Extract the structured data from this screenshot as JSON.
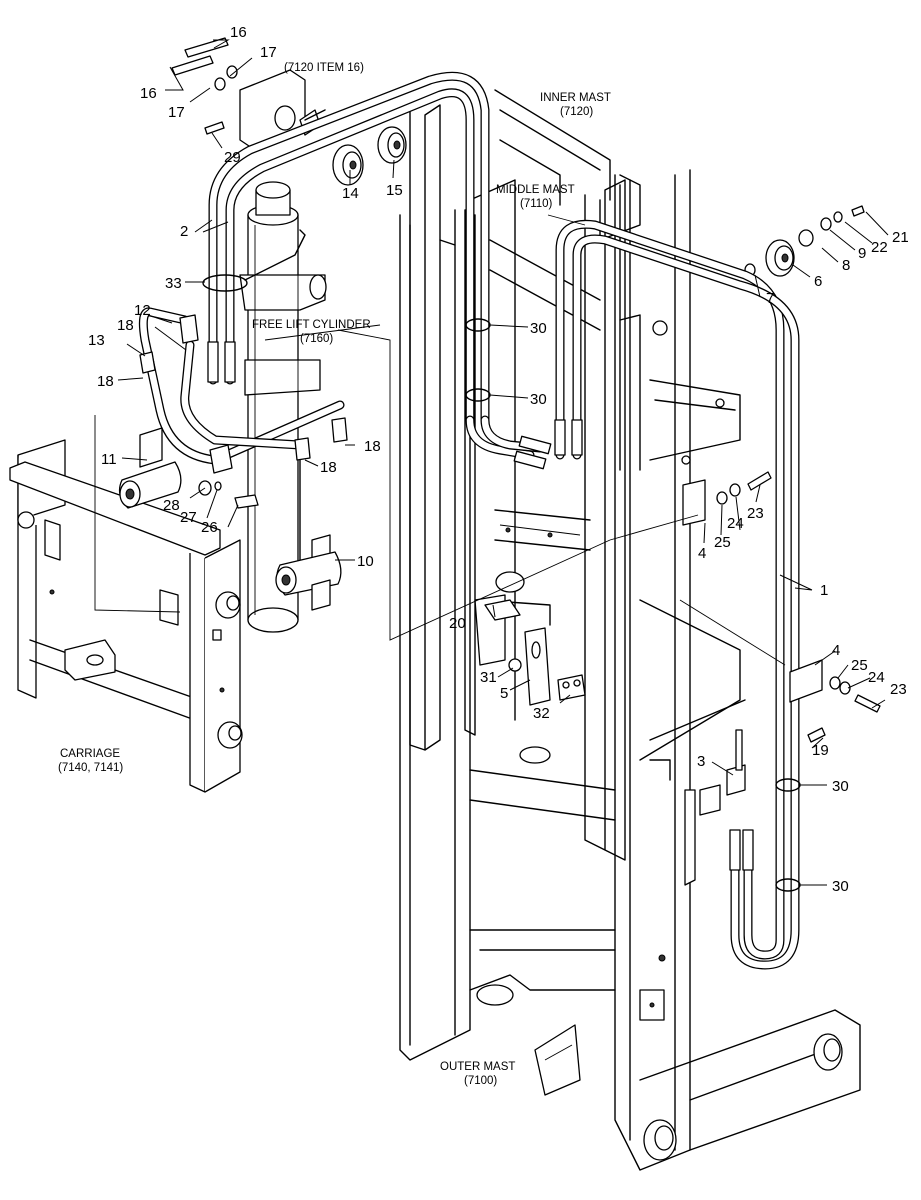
{
  "labels": {
    "inner_mast": "INNER MAST",
    "inner_mast_no": "(7120)",
    "middle_mast": "MIDDLE MAST",
    "middle_mast_no": "(7110)",
    "free_lift": "FREE LIFT CYLINDER",
    "free_lift_no": "(7160)",
    "carriage": "CARRIAGE",
    "carriage_no": "(7140, 7141)",
    "outer_mast": "OUTER MAST",
    "outer_mast_no": "(7100)",
    "item_ref": "(7120 ITEM 16)"
  },
  "callouts": {
    "c1": "1",
    "c2": "2",
    "c3": "3",
    "c4a": "4",
    "c4b": "4",
    "c5": "5",
    "c6": "6",
    "c7": "7",
    "c8": "8",
    "c9": "9",
    "c10": "10",
    "c11": "11",
    "c12": "12",
    "c13": "13",
    "c14": "14",
    "c15": "15",
    "c16a": "16",
    "c16b": "16",
    "c17a": "17",
    "c17b": "17",
    "c18a": "18",
    "c18b": "18",
    "c18c": "18",
    "c18d": "18",
    "c19": "19",
    "c20": "20",
    "c21": "21",
    "c22": "22",
    "c23a": "23",
    "c23b": "23",
    "c24a": "24",
    "c24b": "24",
    "c25a": "25",
    "c25b": "25",
    "c26": "26",
    "c27": "27",
    "c28": "28",
    "c29": "29",
    "c30a": "30",
    "c30b": "30",
    "c30c": "30",
    "c30d": "30",
    "c31": "31",
    "c32": "32",
    "c33": "33"
  }
}
